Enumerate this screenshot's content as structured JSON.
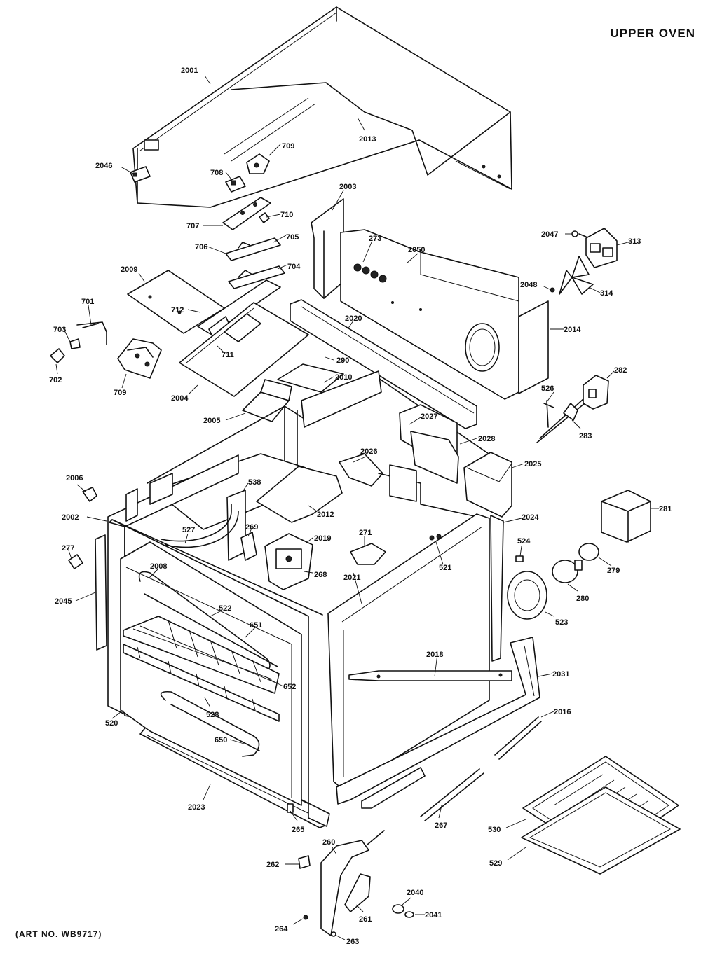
{
  "title": "UPPER OVEN",
  "art_number": "(ART NO. WB9717)",
  "callouts": {
    "c2001": "2001",
    "c2013": "2013",
    "c709a": "709",
    "c2046": "2046",
    "c708": "708",
    "c710": "710",
    "c707": "707",
    "c705": "705",
    "c706": "706",
    "c704": "704",
    "c2009": "2009",
    "c712": "712",
    "c711": "711",
    "c701": "701",
    "c703": "703",
    "c702": "702",
    "c709b": "709",
    "c2004": "2004",
    "c2003": "2003",
    "c273": "273",
    "c2050": "2050",
    "c2020": "2020",
    "c290": "290",
    "c2010": "2010",
    "c2005": "2005",
    "c2027": "2027",
    "c2028": "2028",
    "c2026": "2026",
    "c2025": "2025",
    "c2047": "2047",
    "c313": "313",
    "c2048": "2048",
    "c314": "314",
    "c2014": "2014",
    "c282": "282",
    "c526": "526",
    "c283": "283",
    "c2006": "2006",
    "c538": "538",
    "c2002": "2002",
    "c527": "527",
    "c269": "269",
    "c2012": "2012",
    "c271": "271",
    "c2019": "2019",
    "c268": "268",
    "c521": "521",
    "c2024": "2024",
    "c281": "281",
    "c524": "524",
    "c279": "279",
    "c277": "277",
    "c2008": "2008",
    "c522": "522",
    "c651": "651",
    "c2021": "2021",
    "c280": "280",
    "c523": "523",
    "c2045": "2045",
    "c2018": "2018",
    "c2031": "2031",
    "c652": "652",
    "c2016": "2016",
    "c520": "520",
    "c528": "528",
    "c650": "650",
    "c2023": "2023",
    "c265": "265",
    "c267": "267",
    "c530": "530",
    "c260": "260",
    "c529": "529",
    "c262": "262",
    "c2040": "2040",
    "c261": "261",
    "c2041": "2041",
    "c264": "264",
    "c263": "263"
  }
}
